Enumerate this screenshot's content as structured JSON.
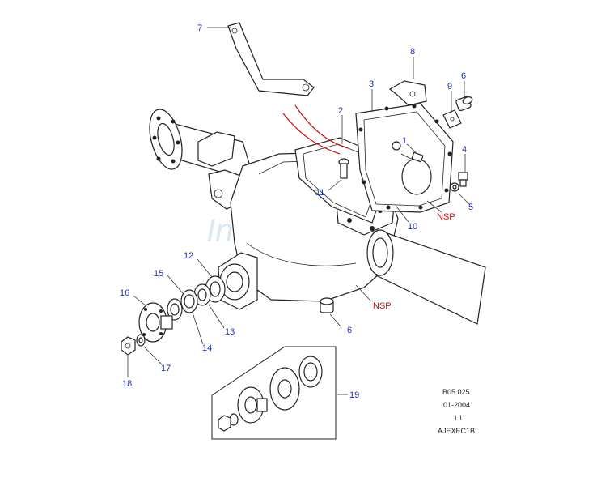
{
  "callouts": {
    "c1": "1",
    "c2": "2",
    "c3": "3",
    "c4": "4",
    "c5": "5",
    "c6a": "6",
    "c6b": "6",
    "c7": "7",
    "c8": "8",
    "c9": "9",
    "c10": "10",
    "c11": "11",
    "c12": "12",
    "c13": "13",
    "c14": "14",
    "c15": "15",
    "c16": "16",
    "c17": "17",
    "c18": "18",
    "c19": "19"
  },
  "notes": {
    "nsp_top": "NSP",
    "nsp_bottom": "NSP"
  },
  "reference": {
    "code": "B05.025",
    "date": "01-2004",
    "level": "L1",
    "part_code": "AJEXEC1B"
  },
  "watermark": "Infomedia",
  "colors": {
    "callout": "#2233aa",
    "nsp": "#cc1111",
    "outline": "#222222",
    "watermark": "#bcd6ea"
  }
}
